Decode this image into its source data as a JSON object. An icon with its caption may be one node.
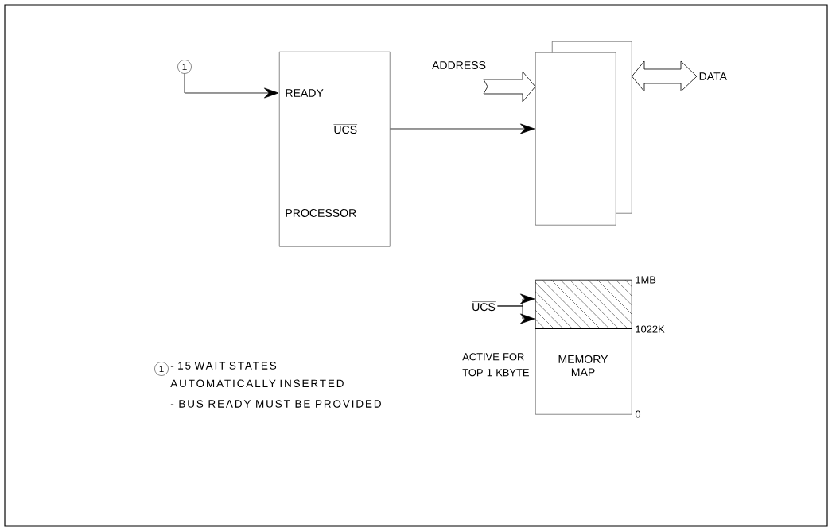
{
  "diagram": {
    "nodes": [
      {
        "text": [
          "1"
        ]
      },
      {
        "text": [
          "READY",
          "UCS",
          "PROCESSOR"
        ]
      },
      {
        "text": [],
        "shape": "box"
      },
      {
        "text": [],
        "shape": "box"
      },
      {
        "text": [
          "DATA"
        ]
      },
      {
        "text": [
          "MEMORY MAP"
        ],
        "beside": [
          "1MB",
          "1022K",
          "0"
        ]
      },
      {
        "text": [],
        "shape": "box",
        "in": 5
      },
      {
        "text": [
          "UCS"
        ]
      },
      {
        "text": [
          "1"
        ]
      }
    ],
    "edges": [
      {
        "from": 0,
        "to": 1,
        "arrow": "to"
      },
      {
        "from": 1,
        "to": 2,
        "arrow": "to"
      },
      {
        "from": null,
        "to": 2,
        "arrow": "to",
        "label": "ADDRESS",
        "style": "thick"
      },
      {
        "from": 3,
        "to": 4,
        "arrow": "both",
        "style": "thick"
      },
      {
        "from": 7,
        "to": 6,
        "arrow": "to"
      },
      {
        "from": 7,
        "to": 6,
        "arrow": "to"
      }
    ],
    "labels": [
      "- 15 WAIT STATES AUTOMATICALLY INSERTED",
      "- BUS READY MUST BE PROVIDED",
      "ACTIVE FOR TOP 1 KBYTE"
    ]
  }
}
